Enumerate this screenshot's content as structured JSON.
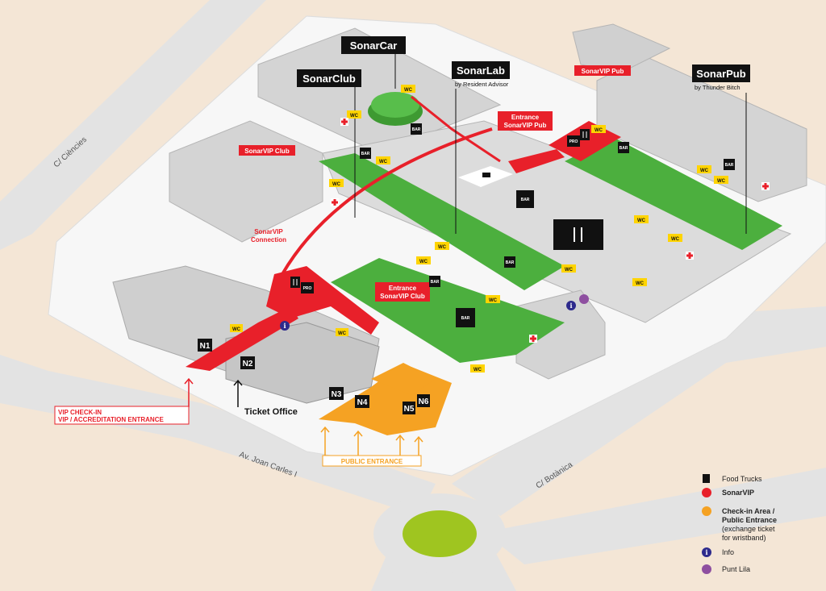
{
  "venues": {
    "sonarcar": "SonarCar",
    "sonarclub": "SonarClub",
    "sonarlab": "SonarLab",
    "sonarlab_sub": "by Resident Advisor",
    "sonarpub": "SonarPub",
    "sonarpub_sub": "by Thunder Bitch"
  },
  "vip_labels": {
    "vip_pub": "SonarVIP Pub",
    "entrance_vip_pub_1": "Entrance",
    "entrance_vip_pub_2": "SonarVIP Pub",
    "vip_club": "SonarVIP Club",
    "vip_connection_1": "SonarVIP",
    "vip_connection_2": "Connection",
    "entrance_vip_club_1": "Entrance",
    "entrance_vip_club_2": "SonarVIP Club"
  },
  "markers": {
    "wc": "WC",
    "bar": "BAR",
    "pro": "PRO",
    "n1": "N1",
    "n2": "N2",
    "n3": "N3",
    "n4": "N4",
    "n5": "N5",
    "n6": "N6",
    "info_glyph": "i"
  },
  "entrances": {
    "vip_checkin_1": "VIP CHECK-IN",
    "vip_checkin_2": "VIP / ACCREDITATION ENTRANCE",
    "ticket_office": "Ticket Office",
    "public_entrance": "PUBLIC ENTRANCE"
  },
  "streets": {
    "ciencies": "C/ Ciències",
    "joan_carles": "Av. Joan Carles I",
    "botanica": "C/ Botànica"
  },
  "legend": {
    "food_trucks": "Food Trucks",
    "sonarvip": "SonarVIP",
    "checkin_1": "Check-in Area /",
    "checkin_2": "Public Entrance",
    "checkin_3": "(exchange ticket",
    "checkin_4": "for wristband)",
    "info": "Info",
    "punt_lila": "Punt Lila"
  },
  "icons": {
    "food": "fork-knife-icon",
    "first_aid": "red-cross-icon",
    "info": "info-icon",
    "punt_lila": "purple-dot-icon",
    "car": "car-icon"
  },
  "colors": {
    "background": "#f4e6d6",
    "road": "#e3e3e3",
    "ground": "#f7f7f7",
    "building": "#cfcfcf",
    "stage_green": "#4caf3e",
    "vip_red": "#e8202a",
    "public_orange": "#f5a223",
    "info_blue": "#2d2a8c",
    "punt_lila": "#8e4fa0",
    "roundabout": "#9fc520"
  }
}
